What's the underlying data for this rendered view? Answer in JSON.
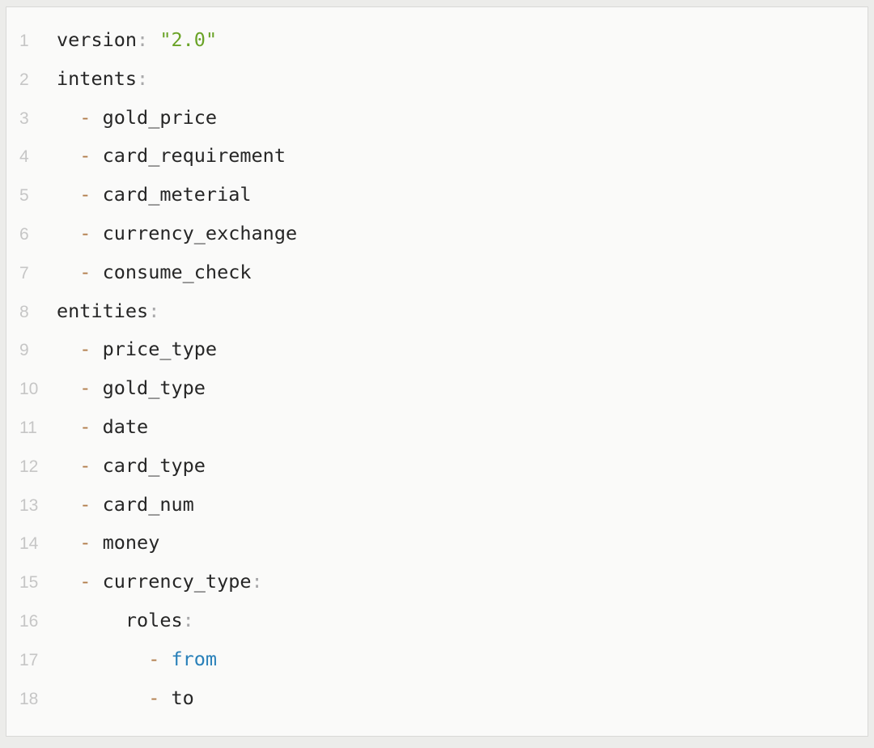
{
  "colors": {
    "page-bg": "#ececea",
    "block-bg": "#fafaf9",
    "block-border": "#d9d9d7",
    "line-number": "#c6c6c6",
    "token-ident": "#262626",
    "token-punct": "#a9a9ab",
    "token-dash": "#b17c4a",
    "token-string": "#6aa327",
    "token-keyword": "#2980b9"
  },
  "code": {
    "lines": [
      {
        "n": "1",
        "toks": [
          [
            "id",
            "version"
          ],
          [
            "pu",
            ":"
          ],
          [
            "ws",
            " "
          ],
          [
            "st",
            "\"2.0\""
          ]
        ]
      },
      {
        "n": "2",
        "toks": [
          [
            "id",
            "intents"
          ],
          [
            "pu",
            ":"
          ]
        ]
      },
      {
        "n": "3",
        "toks": [
          [
            "ws",
            "  "
          ],
          [
            "da",
            "-"
          ],
          [
            "id",
            " gold_price"
          ]
        ]
      },
      {
        "n": "4",
        "toks": [
          [
            "ws",
            "  "
          ],
          [
            "da",
            "-"
          ],
          [
            "id",
            " card_requirement"
          ]
        ]
      },
      {
        "n": "5",
        "toks": [
          [
            "ws",
            "  "
          ],
          [
            "da",
            "-"
          ],
          [
            "id",
            " card_meterial"
          ]
        ]
      },
      {
        "n": "6",
        "toks": [
          [
            "ws",
            "  "
          ],
          [
            "da",
            "-"
          ],
          [
            "id",
            " currency_exchange"
          ]
        ]
      },
      {
        "n": "7",
        "toks": [
          [
            "ws",
            "  "
          ],
          [
            "da",
            "-"
          ],
          [
            "id",
            " consume_check"
          ]
        ]
      },
      {
        "n": "8",
        "toks": [
          [
            "id",
            "entities"
          ],
          [
            "pu",
            ":"
          ]
        ]
      },
      {
        "n": "9",
        "toks": [
          [
            "ws",
            "  "
          ],
          [
            "da",
            "-"
          ],
          [
            "id",
            " price_type"
          ]
        ]
      },
      {
        "n": "10",
        "toks": [
          [
            "ws",
            "  "
          ],
          [
            "da",
            "-"
          ],
          [
            "id",
            " gold_type"
          ]
        ]
      },
      {
        "n": "11",
        "toks": [
          [
            "ws",
            "  "
          ],
          [
            "da",
            "-"
          ],
          [
            "id",
            " date"
          ]
        ]
      },
      {
        "n": "12",
        "toks": [
          [
            "ws",
            "  "
          ],
          [
            "da",
            "-"
          ],
          [
            "id",
            " card_type"
          ]
        ]
      },
      {
        "n": "13",
        "toks": [
          [
            "ws",
            "  "
          ],
          [
            "da",
            "-"
          ],
          [
            "id",
            " card_num"
          ]
        ]
      },
      {
        "n": "14",
        "toks": [
          [
            "ws",
            "  "
          ],
          [
            "da",
            "-"
          ],
          [
            "id",
            " money"
          ]
        ]
      },
      {
        "n": "15",
        "toks": [
          [
            "ws",
            "  "
          ],
          [
            "da",
            "-"
          ],
          [
            "id",
            " currency_type"
          ],
          [
            "pu",
            ":"
          ]
        ]
      },
      {
        "n": "16",
        "toks": [
          [
            "ws",
            "      "
          ],
          [
            "id",
            "roles"
          ],
          [
            "pu",
            ":"
          ]
        ]
      },
      {
        "n": "17",
        "toks": [
          [
            "ws",
            "        "
          ],
          [
            "da",
            "-"
          ],
          [
            "kw",
            " from"
          ]
        ]
      },
      {
        "n": "18",
        "toks": [
          [
            "ws",
            "        "
          ],
          [
            "da",
            "-"
          ],
          [
            "id",
            " to"
          ]
        ]
      }
    ]
  }
}
